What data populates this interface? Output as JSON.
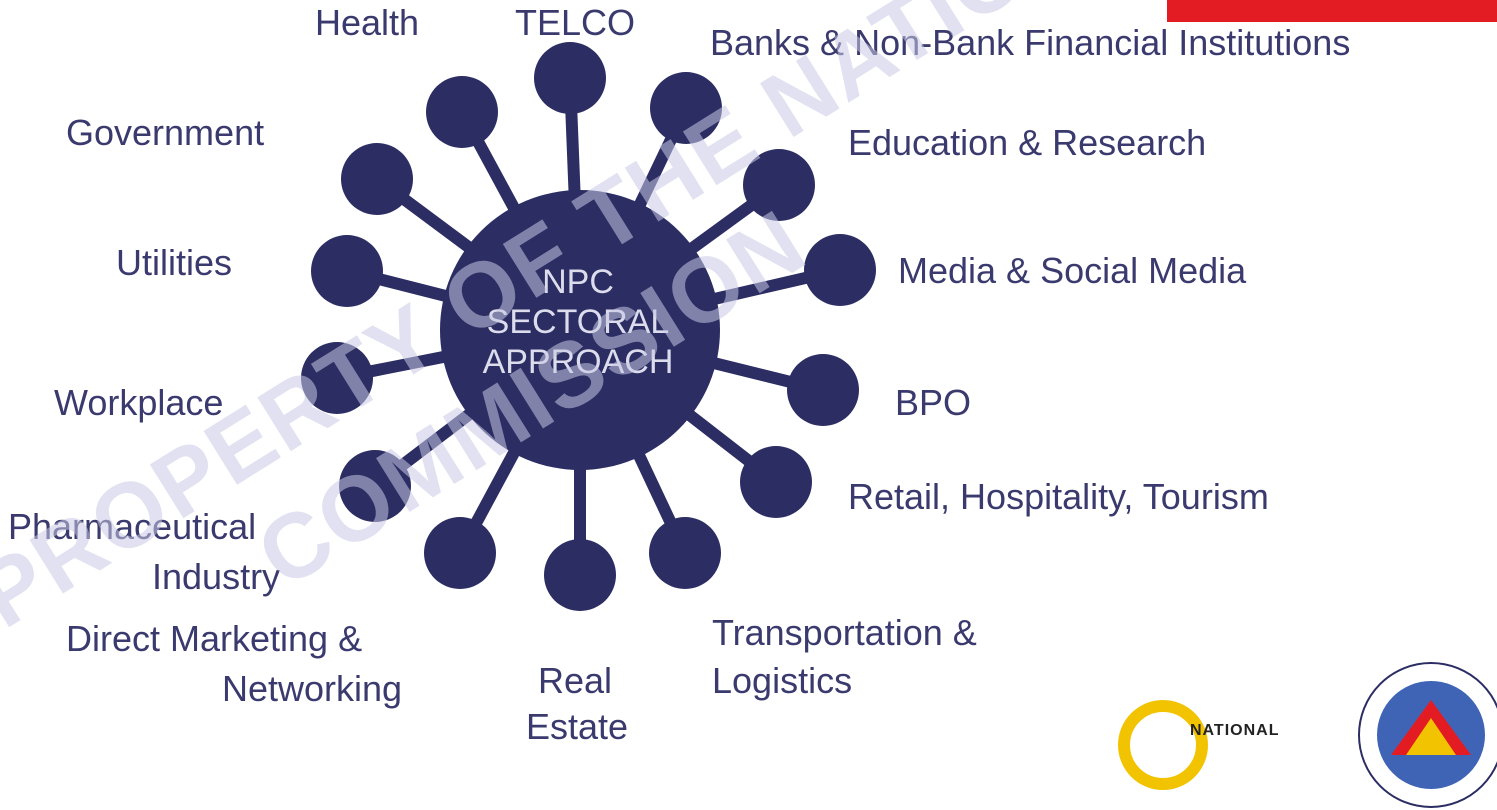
{
  "center": {
    "lines": [
      "NPC",
      "SECTORAL",
      "APPROACH"
    ]
  },
  "sectors": {
    "health": "Health",
    "telco": "TELCO",
    "banks": "Banks & Non-Bank Financial Institutions",
    "government": "Government",
    "education": "Education & Research",
    "utilities": "Utilities",
    "media": "Media & Social Media",
    "workplace": "Workplace",
    "bpo": "BPO",
    "retail": "Retail, Hospitality, Tourism",
    "pharma_line1": "Pharmaceutical",
    "pharma_line2": "Industry",
    "direct_line1": "Direct Marketing &",
    "direct_line2": "Networking",
    "realestate_line1": "Real",
    "realestate_line2": "Estate",
    "transport_line1": "Transportation &",
    "transport_line2": "Logistics"
  },
  "watermark": {
    "line1": "PROPERTY OF THE NATIONAL PRIVACY",
    "line2": "COMMISSION"
  },
  "logo": {
    "word": "NATIONAL"
  },
  "colors": {
    "hub": "#2b2d63",
    "text": "#3a3a6e",
    "accent_red": "#e31b23",
    "logo_yellow": "#f2c300"
  }
}
